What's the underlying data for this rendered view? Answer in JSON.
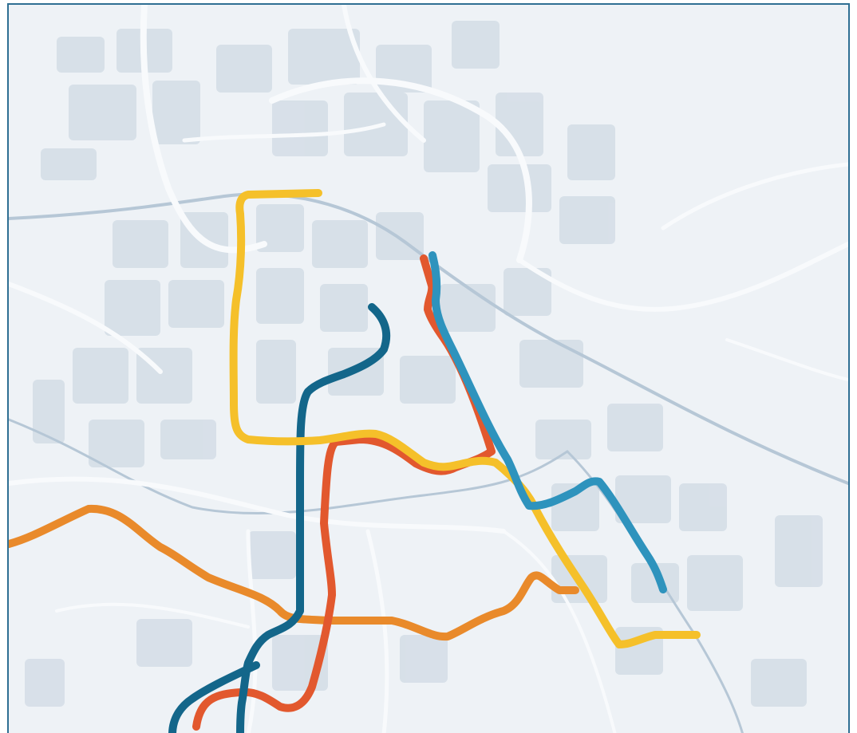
{
  "map": {
    "frame_color": "#2f6f93",
    "basemap": {
      "land_color": "#eef2f6",
      "block_color": "#d3dde6",
      "road_color": "#f8fafc",
      "rail_color": "#b6c7d6"
    },
    "lines": [
      {
        "id": "yellow",
        "color": "#f5c02a"
      },
      {
        "id": "orange",
        "color": "#e98a2b"
      },
      {
        "id": "red",
        "color": "#e2582e"
      },
      {
        "id": "dark-blue",
        "color": "#13668a"
      },
      {
        "id": "light-blue",
        "color": "#2e93bd"
      }
    ]
  }
}
